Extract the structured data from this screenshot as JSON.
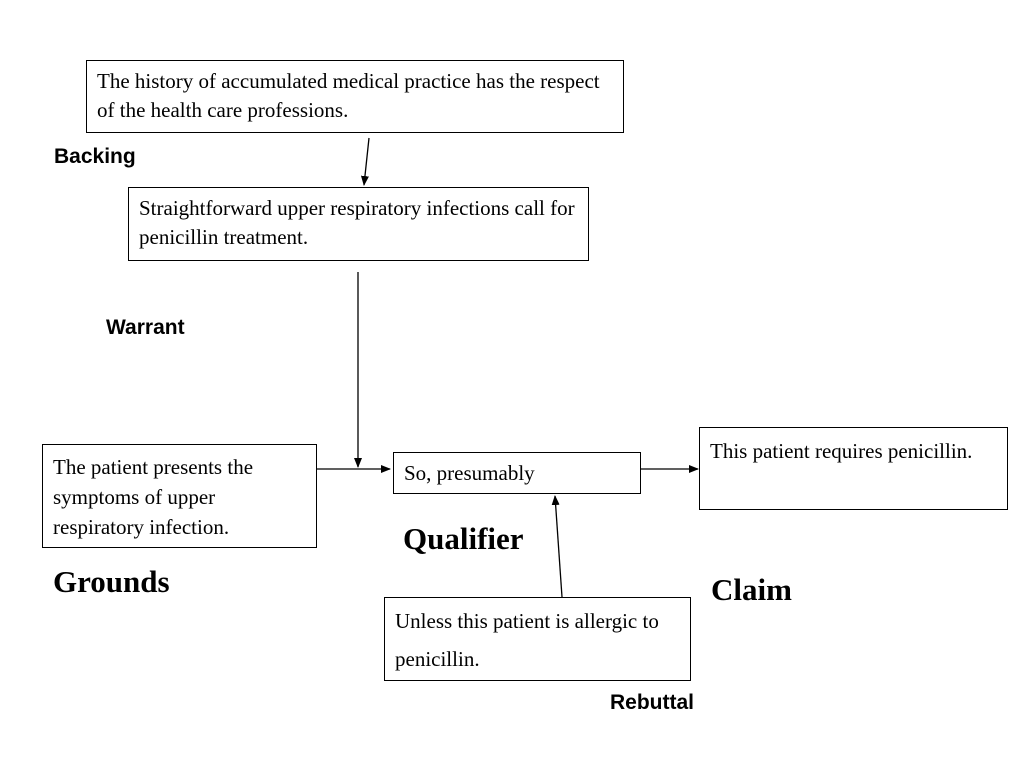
{
  "boxes": {
    "backing_statement": "The history of accumulated medical practice has the respect of the health care professions.",
    "warrant_statement": "Straightforward upper respiratory infections call for penicillin treatment.",
    "grounds_statement": "The patient presents the symptoms of upper respiratory infection.",
    "qualifier_statement": "So, presumably",
    "claim_statement": "This patient requires penicillin.",
    "rebuttal_statement": "Unless this patient is allergic to penicillin."
  },
  "labels": {
    "backing": "Backing",
    "warrant": "Warrant",
    "qualifier": "Qualifier",
    "grounds": "Grounds",
    "claim": "Claim",
    "rebuttal": "Rebuttal"
  }
}
